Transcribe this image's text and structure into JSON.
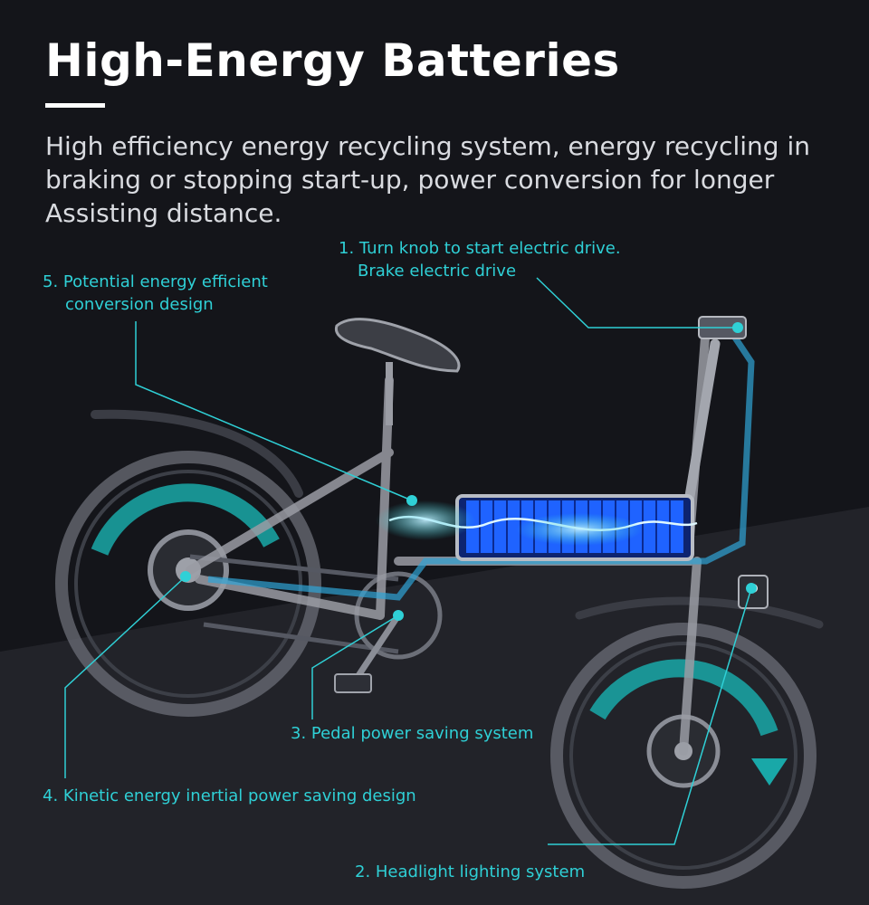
{
  "header": {
    "title": "High-Energy Batteries",
    "description": "High efficiency energy recycling system, energy recycling in braking or stopping start-up, power conversion for longer Assisting distance."
  },
  "callouts": {
    "c1": {
      "line1": "1. Turn knob to start electric drive.",
      "line2": "Brake electric drive"
    },
    "c2": {
      "text": "2. Headlight lighting system"
    },
    "c3": {
      "text": "3. Pedal power saving system"
    },
    "c4": {
      "text": "4. Kinetic energy inertial power saving design"
    },
    "c5": {
      "line1": "5. Potential energy efficient",
      "line2": "conversion design"
    }
  },
  "colors": {
    "background": "#14151a",
    "accent": "#2fd0d6",
    "battery": "#1f63ff",
    "title": "#ffffff"
  },
  "illustration": {
    "subject": "folding electric bicycle with transparent frame and blue battery cells",
    "icons": [
      "battery-icon",
      "wheel-icon",
      "saddle-icon",
      "handlebar-icon",
      "headlight-icon",
      "pedal-icon"
    ]
  }
}
